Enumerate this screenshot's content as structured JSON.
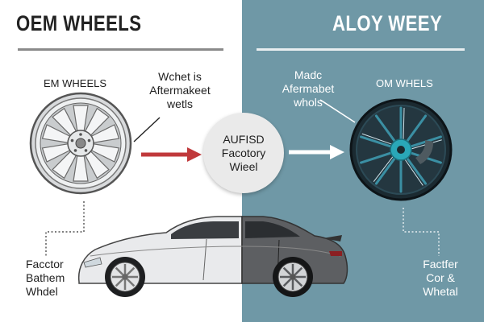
{
  "left": {
    "title": "OEM WHEELS",
    "wheel_label": "EM WHEELS",
    "callout": [
      "Wchet is",
      "Aftermakeet",
      "wetls"
    ],
    "bottom_label": [
      "Facctor",
      "Bathem",
      "Whdel"
    ]
  },
  "center": {
    "text": [
      "AUFISD",
      "Facotory",
      "Wieel"
    ]
  },
  "right": {
    "title": "ALOY WEEY",
    "callout": [
      "Madc",
      "Afermabet",
      "whols"
    ],
    "wheel_label": "OM WHELS",
    "bottom_label": [
      "Factfer",
      "Cor &",
      "Whetal"
    ]
  },
  "colors": {
    "right_panel": "#6f98a6",
    "left_arrow": "#c0393b",
    "right_arrow": "#ffffff",
    "alloy_accent": "#2aa7b8"
  }
}
